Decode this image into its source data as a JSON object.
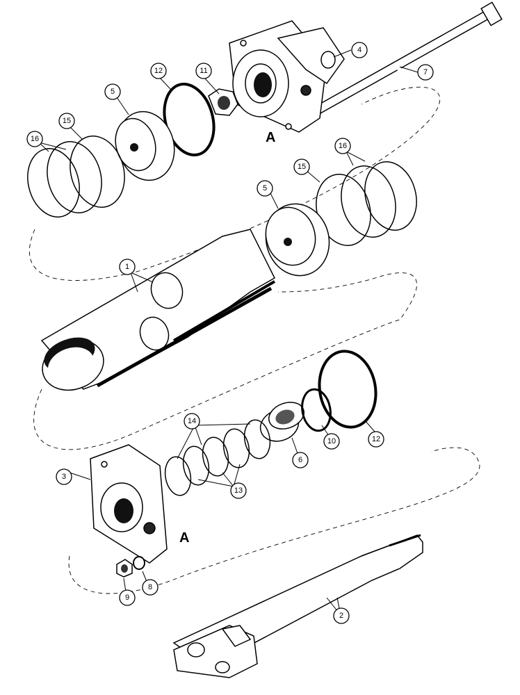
{
  "callouts": {
    "c1": "1",
    "c2": "2",
    "c3": "3",
    "c4": "4",
    "c5a": "5",
    "c5b": "5",
    "c6": "6",
    "c7": "7",
    "c8": "8",
    "c9": "9",
    "c10": "10",
    "c11": "11",
    "c12a": "12",
    "c12b": "12",
    "c13": "13",
    "c14": "14",
    "c15a": "15",
    "c15b": "15",
    "c16a": "16",
    "c16b": "16"
  },
  "letters": {
    "top": "A",
    "bottom": "A"
  }
}
